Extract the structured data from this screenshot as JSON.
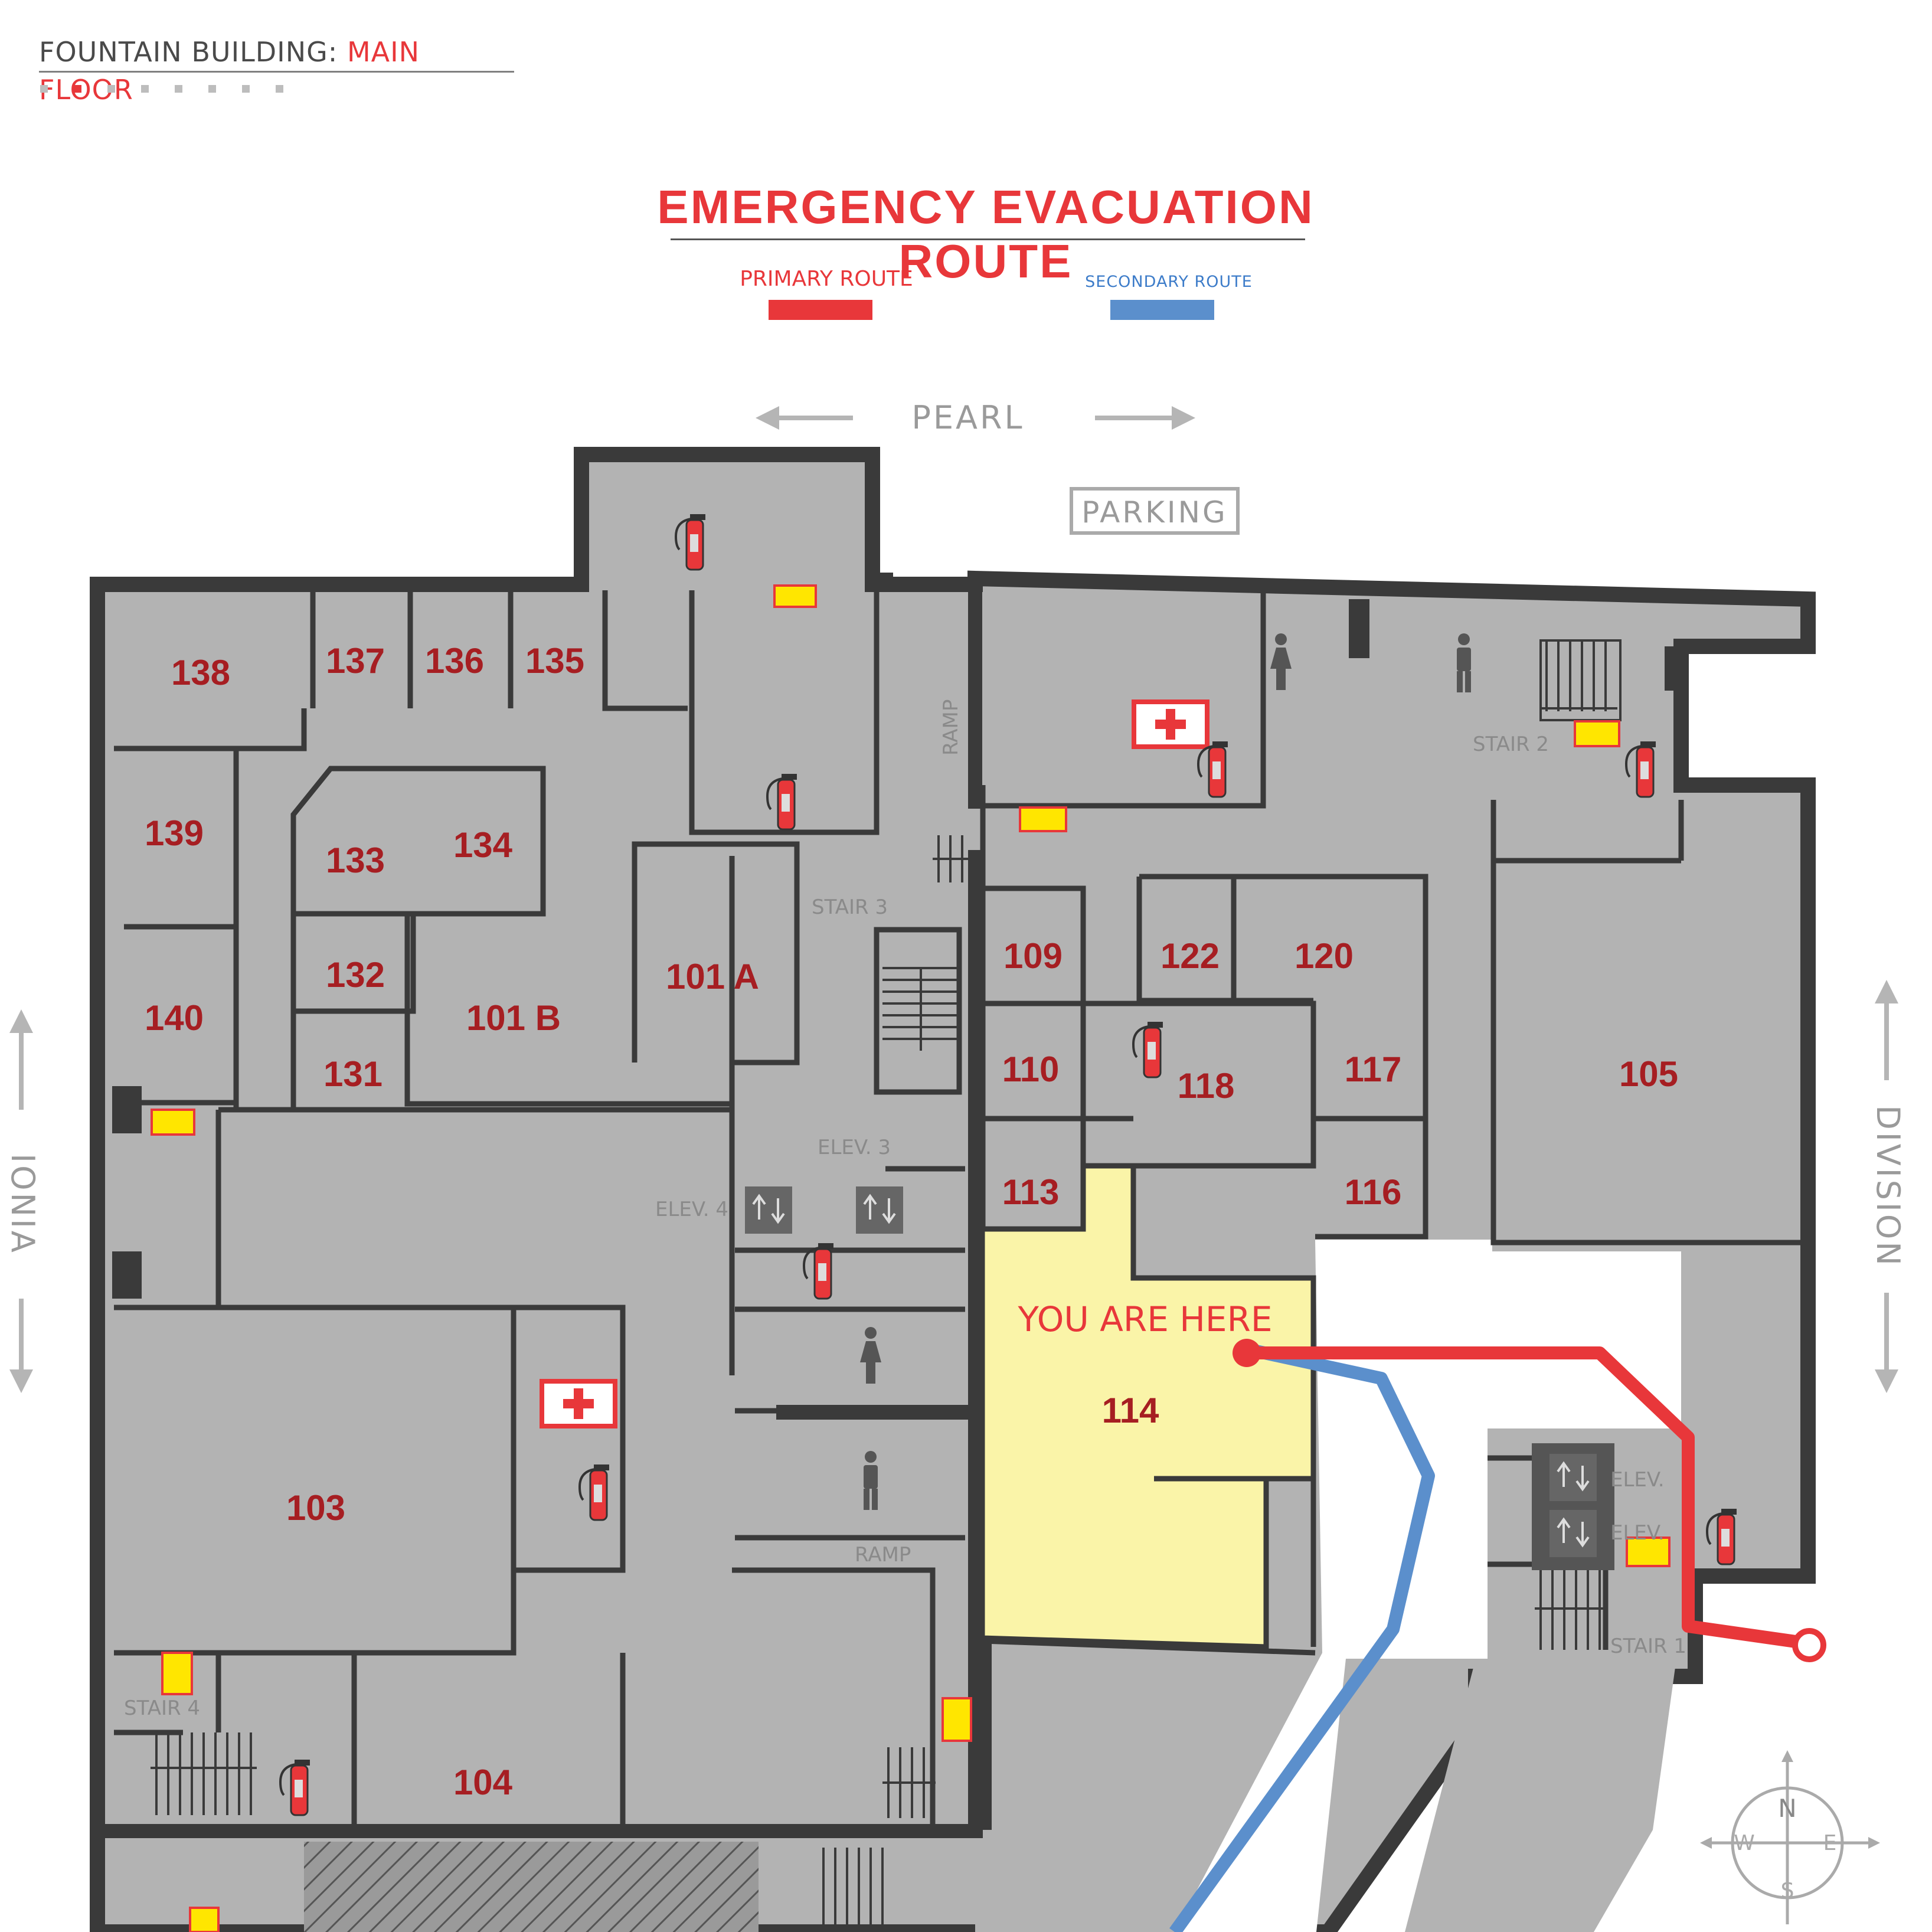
{
  "header": {
    "building": "FOUNTAIN BUILDING: ",
    "floor": "MAIN FLOOR",
    "floor_index": 2,
    "floor_count": 8
  },
  "title": "EMERGENCY EVACUATION ROUTE",
  "legend": {
    "primary": {
      "label": "PRIMARY ROUTE",
      "color": "#e8373a"
    },
    "secondary": {
      "label": "SECONDARY  ROUTE",
      "color": "#5b8fcc"
    }
  },
  "streets": {
    "north": "PEARL",
    "west": "IONIA",
    "east": "DIVISION"
  },
  "parking": "PARKING",
  "rooms": {
    "r138": "138",
    "r137": "137",
    "r136": "136",
    "r135": "135",
    "r139": "139",
    "r133": "133",
    "r134": "134",
    "r140": "140",
    "r132": "132",
    "r131": "131",
    "r101b": "101 B",
    "r101a": "101 A",
    "r109": "109",
    "r110": "110",
    "r113": "113",
    "r122": "122",
    "r120": "120",
    "r118": "118",
    "r117": "117",
    "r116": "116",
    "r105": "105",
    "r114": "114",
    "r103": "103",
    "r104": "104"
  },
  "labels": {
    "ramp_north": "RAMP",
    "ramp_south": "RAMP",
    "stair1": "STAIR 1",
    "stair2": "STAIR 2",
    "stair3": "STAIR 3",
    "stair4": "STAIR 4",
    "elev1": "ELEV.",
    "elev2": "ELEV.",
    "elev3": "ELEV. 3",
    "elev4": "ELEV. 4"
  },
  "you_are_here": "YOU ARE HERE",
  "compass": {
    "n": "N",
    "s": "S",
    "e": "E",
    "w": "W"
  },
  "colors": {
    "wall": "#3a3a3a",
    "floor": "#b3b3b3",
    "room_label": "#a61e22",
    "you_are_here_room": "#faf4a8",
    "alarm": "#ffe600",
    "extinguisher": "#e8373a"
  }
}
